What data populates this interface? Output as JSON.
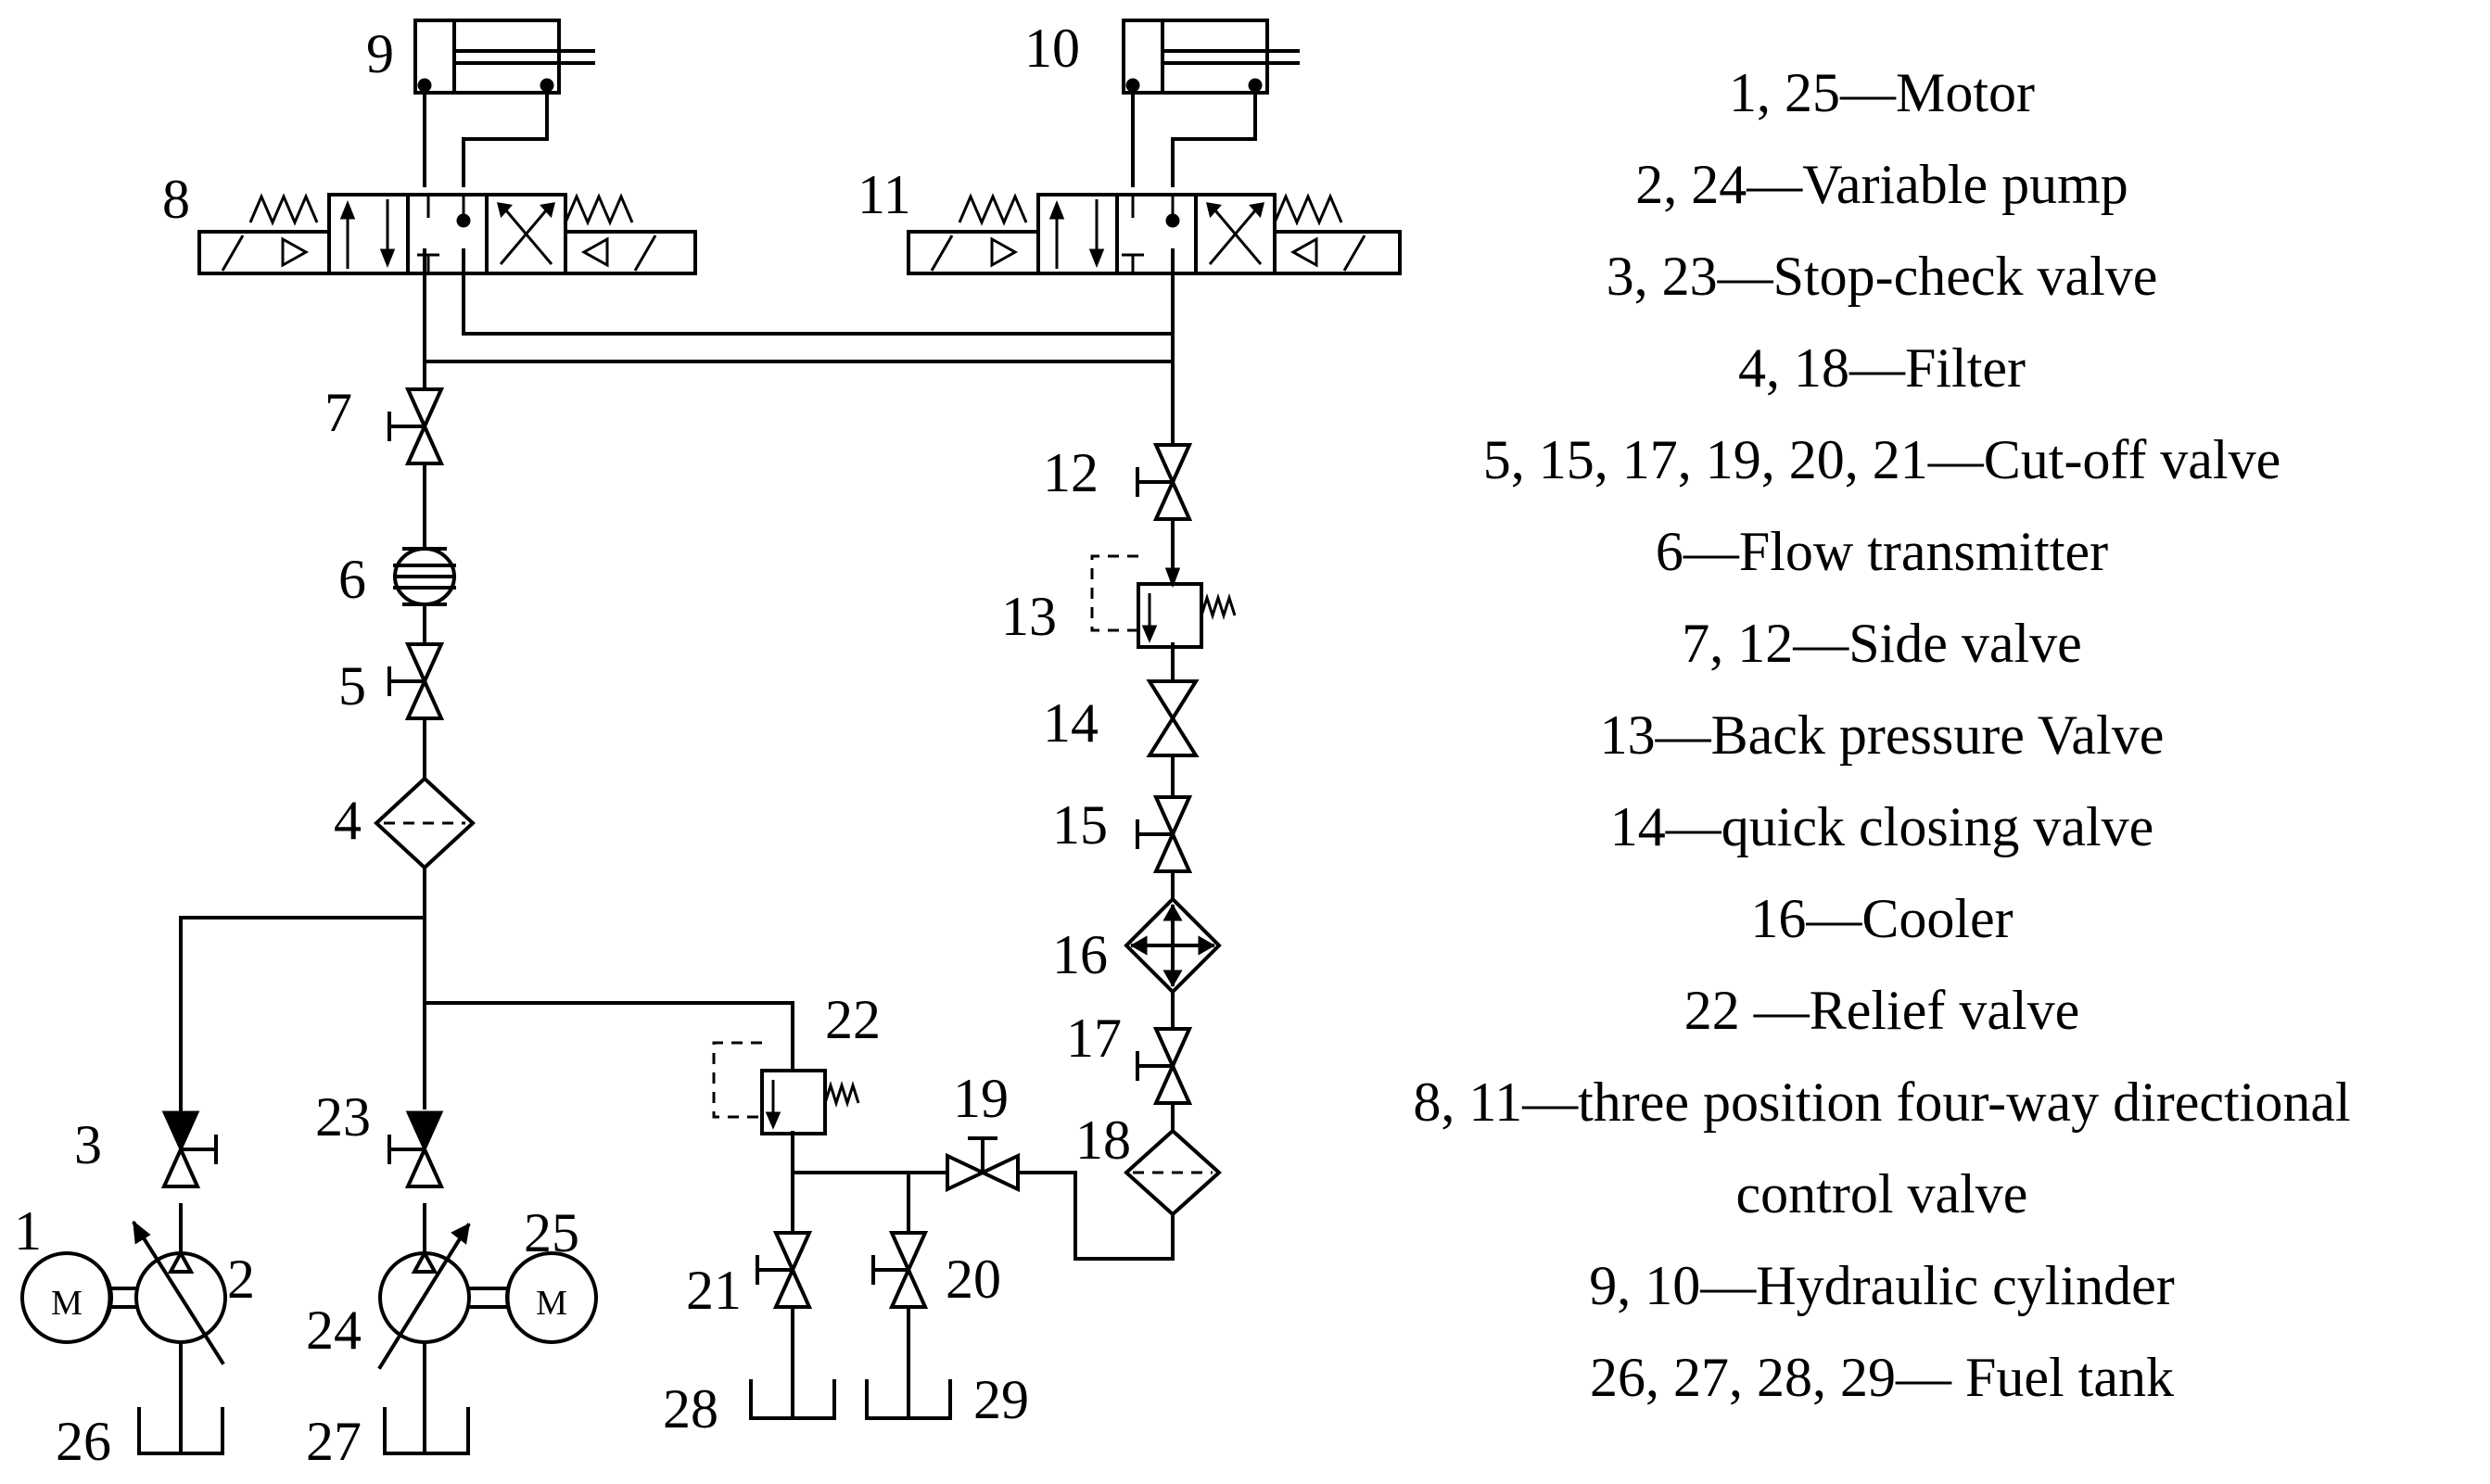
{
  "component_numbers": {
    "n1": "1",
    "n2": "2",
    "n3": "3",
    "n4": "4",
    "n5": "5",
    "n6": "6",
    "n7": "7",
    "n8": "8",
    "n9": "9",
    "n10": "10",
    "n11": "11",
    "n12": "12",
    "n13": "13",
    "n14": "14",
    "n15": "15",
    "n16": "16",
    "n17": "17",
    "n18": "18",
    "n19": "19",
    "n20": "20",
    "n21": "21",
    "n22": "22",
    "n23": "23",
    "n24": "24",
    "n25": "25",
    "n26": "26",
    "n27": "27",
    "n28": "28",
    "n29": "29"
  },
  "motor_symbol": "M",
  "legend": [
    "1, 25—Motor",
    "2, 24—Variable pump",
    "3, 23—Stop-check valve",
    "4, 18—Filter",
    "5, 15, 17, 19, 20, 21—Cut-off valve",
    "6—Flow transmitter",
    "7, 12—Side valve",
    "13—Back pressure Valve",
    "14—quick closing valve",
    "16—Cooler",
    "22 —Relief valve",
    "8, 11—three position four-way directional",
    "control valve",
    "9, 10—Hydraulic cylinder",
    "26, 27, 28, 29— Fuel tank"
  ]
}
